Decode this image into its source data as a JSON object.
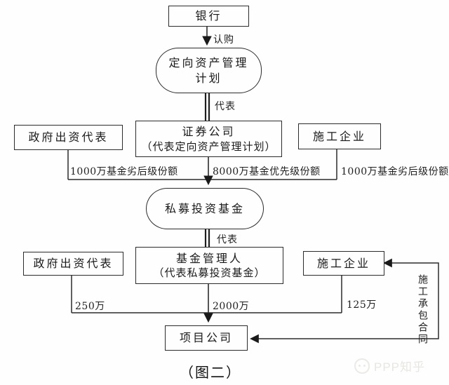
{
  "diagram": {
    "nodes": {
      "bank": "银行",
      "targeted_plan_line1": "定向资产管理",
      "targeted_plan_line2": "计划",
      "securities_line1": "证券公司",
      "securities_line2": "（代表定向资产管理计划）",
      "gov_top": "政府出资代表",
      "constructor_top": "施工企业",
      "private_fund": "私募投资基金",
      "manager_line1": "基金管理人",
      "manager_line2": "（代表私募投资基金）",
      "gov_bottom": "政府出资代表",
      "constructor_bottom": "施工企业",
      "project": "项目公司"
    },
    "edge_labels": {
      "subscribe": "认购",
      "represent_top": "代表",
      "represent_bottom": "代表",
      "left_share": "1000万基金劣后级份额",
      "mid_share": "8000万基金优先级份额",
      "right_share": "1000万基金劣后级份额",
      "left_amount": "250万",
      "mid_amount": "2000万",
      "right_amount": "125万",
      "contract": "施工承包合同"
    },
    "caption": "（图二）",
    "watermark": "PPP知乎"
  }
}
